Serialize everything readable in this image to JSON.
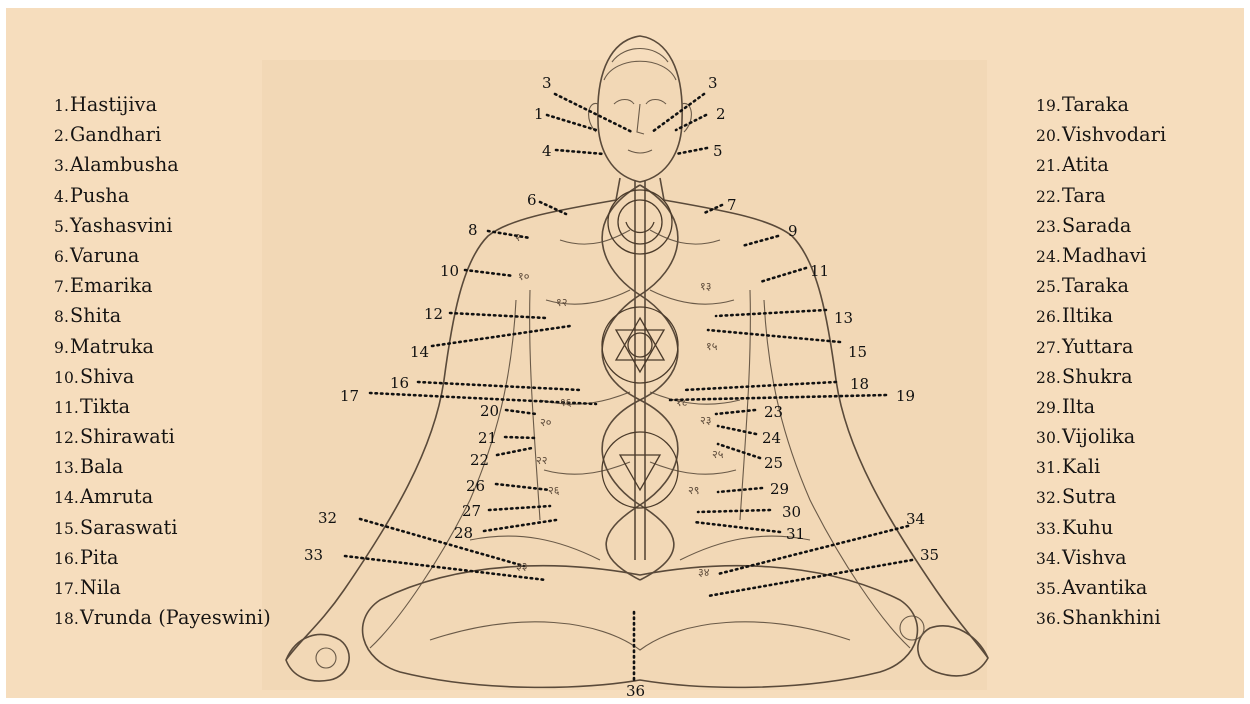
{
  "legend_left": [
    {
      "num": "1.",
      "name": "Hastijiva"
    },
    {
      "num": "2.",
      "name": "Gandhari"
    },
    {
      "num": "3.",
      "name": "Alambusha"
    },
    {
      "num": "4.",
      "name": "Pusha"
    },
    {
      "num": "5.",
      "name": "Yashasvini"
    },
    {
      "num": "6.",
      "name": "Varuna"
    },
    {
      "num": "7.",
      "name": "Emarika"
    },
    {
      "num": "8.",
      "name": "Shita"
    },
    {
      "num": "9.",
      "name": "Matruka"
    },
    {
      "num": "10.",
      "name": "Shiva"
    },
    {
      "num": "11.",
      "name": "Tikta"
    },
    {
      "num": "12.",
      "name": "Shirawati"
    },
    {
      "num": "13.",
      "name": "Bala"
    },
    {
      "num": "14.",
      "name": "Amruta"
    },
    {
      "num": "15.",
      "name": "Saraswati"
    },
    {
      "num": "16.",
      "name": "Pita"
    },
    {
      "num": "17.",
      "name": "Nila"
    },
    {
      "num": "18.",
      "name": "Vrunda (Payeswini)"
    }
  ],
  "legend_right": [
    {
      "num": "19.",
      "name": "Taraka"
    },
    {
      "num": "20.",
      "name": "Vishvodari"
    },
    {
      "num": "21.",
      "name": "Atita"
    },
    {
      "num": "22.",
      "name": "Tara"
    },
    {
      "num": "23.",
      "name": "Sarada"
    },
    {
      "num": "24.",
      "name": "Madhavi"
    },
    {
      "num": "25.",
      "name": "Taraka"
    },
    {
      "num": "26.",
      "name": "Iltika"
    },
    {
      "num": "27.",
      "name": "Yuttara"
    },
    {
      "num": "28.",
      "name": "Shukra"
    },
    {
      "num": "29.",
      "name": "Ilta"
    },
    {
      "num": "30.",
      "name": "Vijolika"
    },
    {
      "num": "31.",
      "name": "Kali"
    },
    {
      "num": "32.",
      "name": "Sutra"
    },
    {
      "num": "33.",
      "name": "Kuhu"
    },
    {
      "num": "34.",
      "name": "Vishva"
    },
    {
      "num": "35.",
      "name": "Avantika"
    },
    {
      "num": "36.",
      "name": "Shankhini"
    }
  ],
  "markers": [
    "1",
    "2",
    "3",
    "3",
    "4",
    "5",
    "6",
    "7",
    "8",
    "9",
    "10",
    "11",
    "12",
    "13",
    "14",
    "15",
    "16",
    "17",
    "18",
    "19",
    "20",
    "21",
    "22",
    "23",
    "24",
    "25",
    "26",
    "27",
    "28",
    "29",
    "30",
    "31",
    "32",
    "33",
    "34",
    "35",
    "36"
  ],
  "colors": {
    "background": "#f6ddbd",
    "ink": "#161413",
    "drawing": "#5a4a3a"
  }
}
